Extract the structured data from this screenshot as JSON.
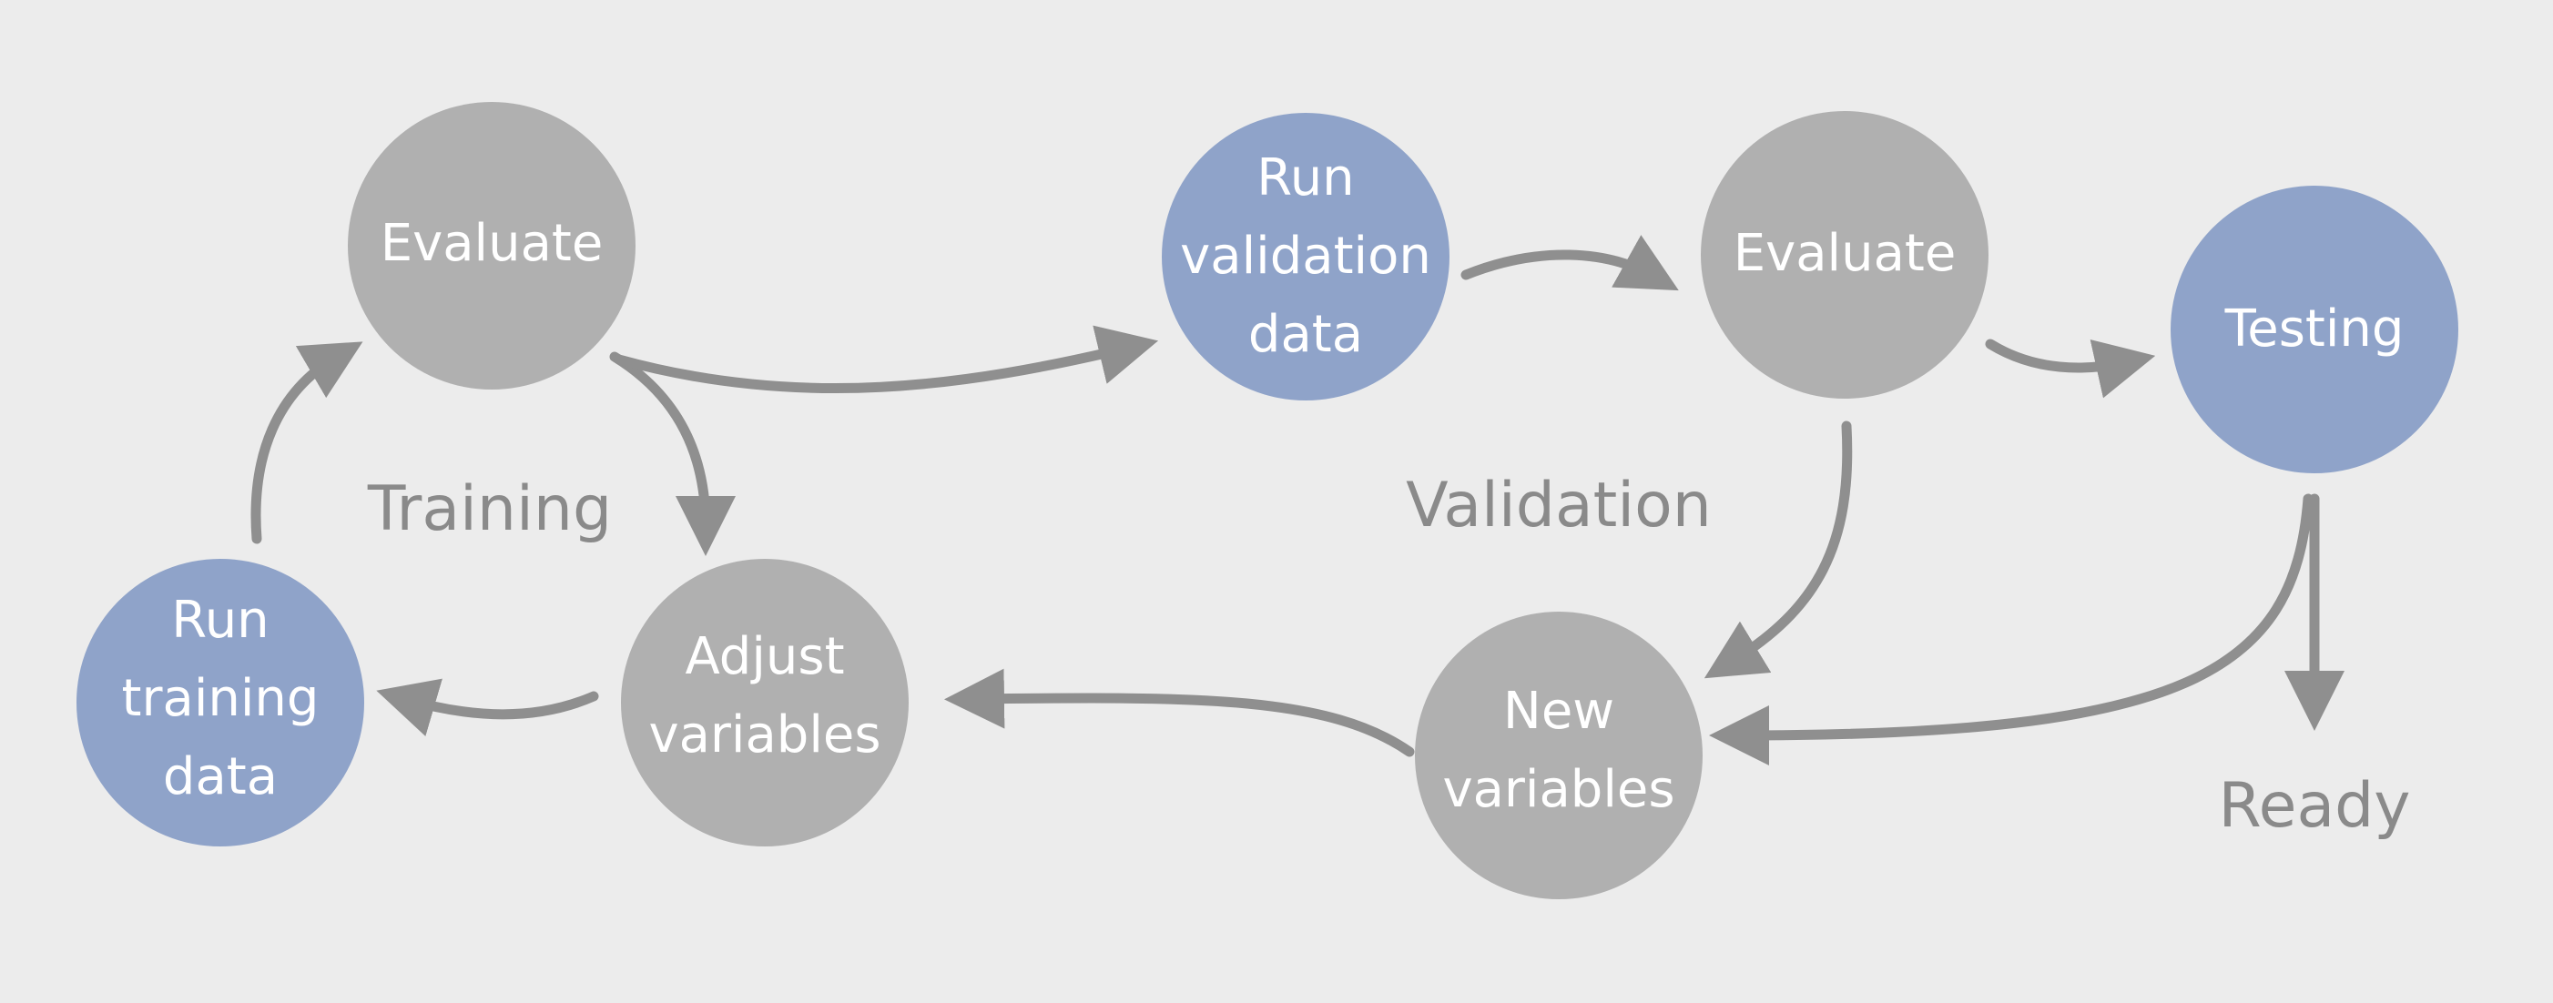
{
  "colors": {
    "background": "#ececec",
    "gray_node": "#b0b0b0",
    "blue_node": "#8fa3c9",
    "arrow": "#8f8f8f",
    "section_text": "#8a8a8a",
    "node_text": "#ffffff"
  },
  "sections": {
    "training": "Training",
    "validation": "Validation",
    "ready": "Ready"
  },
  "nodes": {
    "evaluate_training": {
      "lines": [
        "Evaluate"
      ],
      "style": "gray"
    },
    "run_training_data": {
      "lines": [
        "Run",
        "training",
        "data"
      ],
      "style": "blue"
    },
    "adjust_variables": {
      "lines": [
        "Adjust",
        "variables"
      ],
      "style": "gray"
    },
    "run_validation_data": {
      "lines": [
        "Run",
        "validation",
        "data"
      ],
      "style": "blue"
    },
    "evaluate_validation": {
      "lines": [
        "Evaluate"
      ],
      "style": "gray"
    },
    "new_variables": {
      "lines": [
        "New",
        "variables"
      ],
      "style": "gray"
    },
    "testing": {
      "lines": [
        "Testing"
      ],
      "style": "blue"
    }
  },
  "edges": [
    {
      "from": "run_training_data",
      "to": "evaluate_training"
    },
    {
      "from": "evaluate_training",
      "to": "adjust_variables"
    },
    {
      "from": "adjust_variables",
      "to": "run_training_data"
    },
    {
      "from": "evaluate_training",
      "to": "run_validation_data"
    },
    {
      "from": "run_validation_data",
      "to": "evaluate_validation"
    },
    {
      "from": "evaluate_validation",
      "to": "testing"
    },
    {
      "from": "evaluate_validation",
      "to": "new_variables"
    },
    {
      "from": "testing",
      "to": "new_variables"
    },
    {
      "from": "testing",
      "to": "ready"
    },
    {
      "from": "new_variables",
      "to": "adjust_variables"
    }
  ]
}
